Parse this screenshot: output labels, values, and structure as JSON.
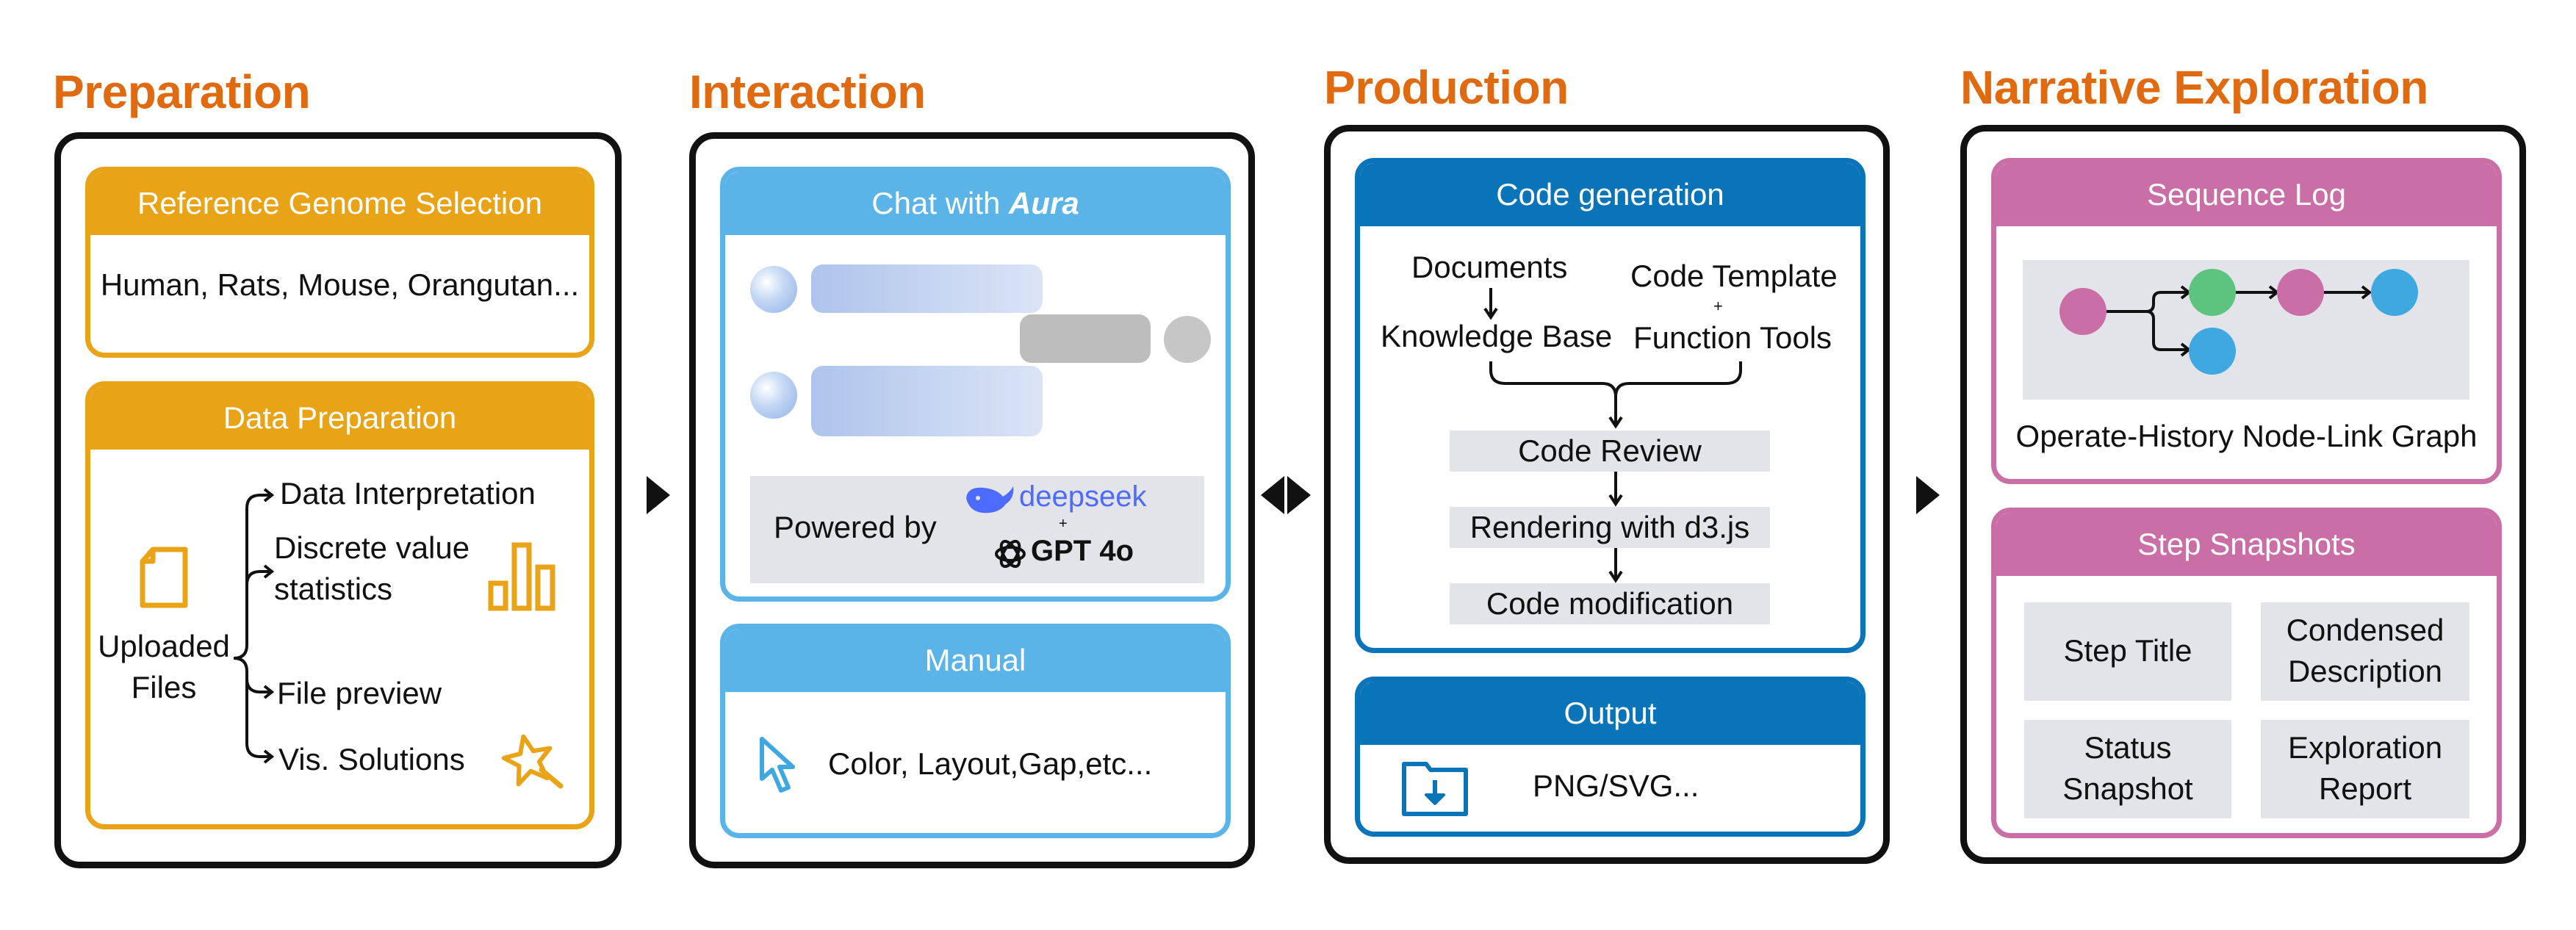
{
  "stages": {
    "preparation": {
      "title": "Preparation",
      "genome_card": {
        "header": "Reference Genome Selection",
        "body": "Human, Rats, Mouse, Orangutan..."
      },
      "data_card": {
        "header": "Data Preparation",
        "source_label_1": "Uploaded",
        "source_label_2": "Files",
        "branches": [
          "Data Interpretation",
          "Discrete value",
          "statistics",
          "File preview",
          "Vis. Solutions"
        ]
      }
    },
    "interaction": {
      "title": "Interaction",
      "chat_card": {
        "header_prefix": "Chat with ",
        "header_name": "Aura",
        "powered_by": "Powered by",
        "model_1": "deepseek",
        "model_plus": "+",
        "model_2": "GPT 4o"
      },
      "manual_card": {
        "header": "Manual",
        "body": "Color, Layout,Gap,etc..."
      }
    },
    "production": {
      "title": "Production",
      "code_card": {
        "header": "Code generation",
        "documents": "Documents",
        "knowledge_base": "Knowledge Base",
        "code_template": "Code Template",
        "plus": "+",
        "function_tools": "Function Tools",
        "steps": [
          "Code Review",
          "Rendering with d3.js",
          "Code modification"
        ]
      },
      "output_card": {
        "header": "Output",
        "body": "PNG/SVG..."
      }
    },
    "narrative": {
      "title": "Narrative Exploration",
      "log_card": {
        "header": "Sequence Log",
        "caption": "Operate-History Node-Link Graph"
      },
      "snapshot_card": {
        "header": "Step Snapshots",
        "tiles": [
          {
            "line1": "Step Title",
            "line2": ""
          },
          {
            "line1": "Condensed",
            "line2": "Description"
          },
          {
            "line1": "Status",
            "line2": "Snapshot"
          },
          {
            "line1": "Exploration",
            "line2": "Report"
          }
        ]
      }
    }
  },
  "colors": {
    "title_orange": "#e06a10",
    "prep_gold": "#e8a317",
    "interaction_blue": "#5ab4e8",
    "production_blue": "#0a74b8",
    "narrative_pink": "#c96fa6",
    "node_pink": "#c96fa6",
    "node_green": "#5cc47e",
    "node_blue": "#3fa8e0"
  },
  "icons": [
    "file-icon",
    "bar-chart-icon",
    "magic-star-icon",
    "cursor-icon",
    "download-folder-icon",
    "deepseek-whale-icon",
    "openai-icon"
  ]
}
